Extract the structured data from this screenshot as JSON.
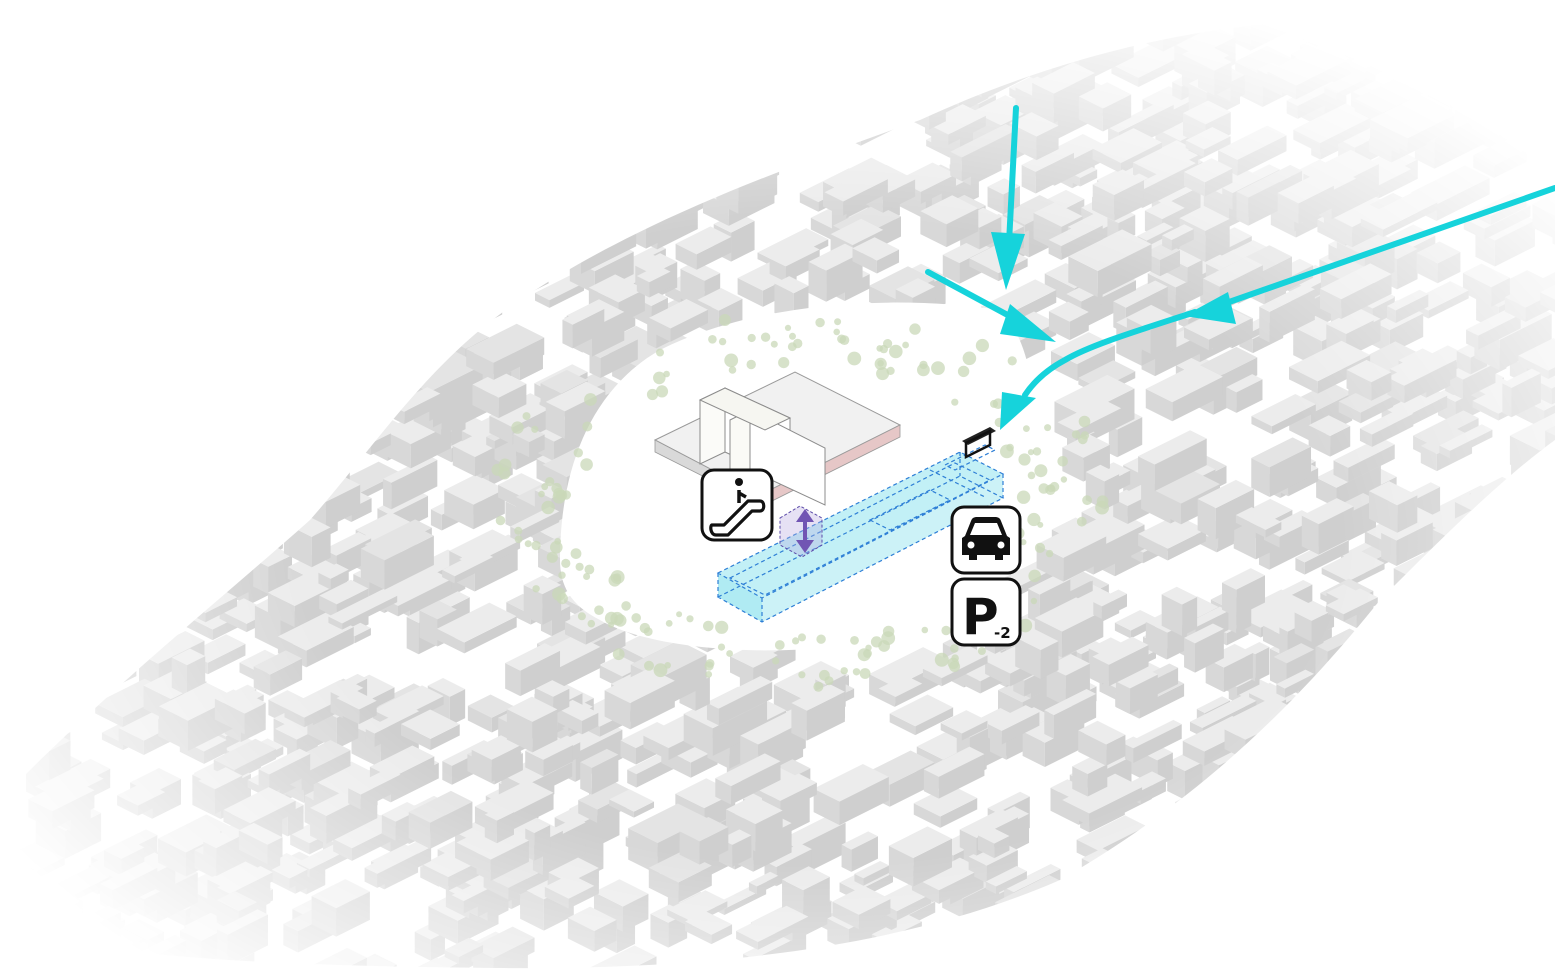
{
  "diagram": {
    "parking_sign": {
      "letter": "P",
      "level": "-2"
    },
    "signs": [
      "escalator-sign",
      "car-sign",
      "parking-sign"
    ],
    "colors": {
      "arrow": "#16d3db",
      "underground_fill": "#8fe3ee",
      "underground_stroke": "#2e7fd6",
      "vertical_link": "#7155b3",
      "city_block": "#e3e3e3",
      "city_block_shadow": "#cfcfcf",
      "trees": "#c9d8b8",
      "sign_stroke": "#111111"
    },
    "icons": [
      "escalator-icon",
      "car-icon",
      "parking-icon",
      "access-ramp-icon",
      "vertical-connection-icon"
    ]
  }
}
